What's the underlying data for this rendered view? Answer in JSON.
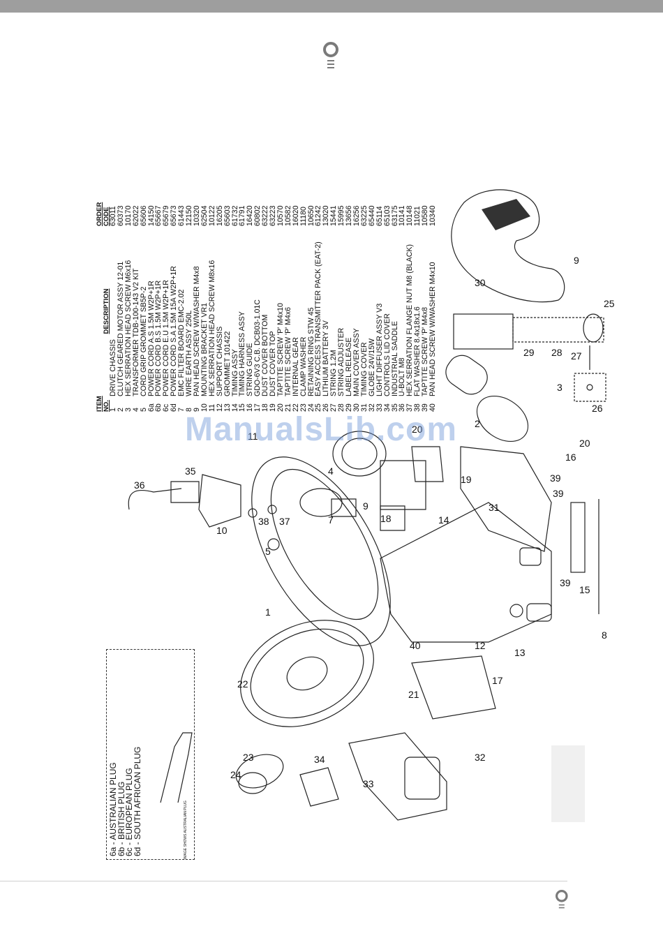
{
  "watermark": "ManualsLib.com",
  "legend": {
    "lines": [
      "6a - AUSTRALIAN PLUG",
      "6b - BRITISH PLUG",
      "6c - EUROPEAN PLUG",
      "6d - SOUTH AFRICAN PLUG"
    ],
    "note": "IMAGE SHOWS AUSTRALIAN PLUG"
  },
  "table": {
    "headers": {
      "item": "ITEM NO.",
      "desc": "DESCRIPTION",
      "code": "ORDER CODE"
    },
    "rows": [
      {
        "item": "1",
        "desc": "DRIVE CHASSIS",
        "code": "63011"
      },
      {
        "item": "2",
        "desc": "CLUTCH GEARED MOTOR ASSY 12-01",
        "code": "60373"
      },
      {
        "item": "3",
        "desc": "HEX SERRATION HEAD SCREW M6x16",
        "code": "10170"
      },
      {
        "item": "4",
        "desc": "TRANSFORMER TDB-100-143 V2 KIT",
        "code": "62022"
      },
      {
        "item": "5",
        "desc": "CORD GRIP GROMMET SB5P-2",
        "code": "65606"
      },
      {
        "item": "6a",
        "desc": "POWER CORD A.S 1.5M W2P+1R",
        "code": "14150"
      },
      {
        "item": "6b",
        "desc": "POWER CORD B.S 1.5M W2P+1R",
        "code": "65667"
      },
      {
        "item": "6c",
        "desc": "POWER CORD E.U 1.5M W2P+1R",
        "code": "65679"
      },
      {
        "item": "6d",
        "desc": "POWER CORD S.A 1.5M 15A W2P+1R",
        "code": "65673"
      },
      {
        "item": "7",
        "desc": "EMC FILTER BOARD EMC-2.02",
        "code": "61443"
      },
      {
        "item": "8",
        "desc": "WIRE EARTH ASSY 250L",
        "code": "12150"
      },
      {
        "item": "9",
        "desc": "PAN HEAD SCREW W/WASHER M4x8",
        "code": "10320"
      },
      {
        "item": "10",
        "desc": "MOUNTING BRACKET VR1",
        "code": "62504"
      },
      {
        "item": "11",
        "desc": "HEX SERRATION HEAD SCREW M8x16",
        "code": "10122"
      },
      {
        "item": "12",
        "desc": "SUPPORT CHASSIS",
        "code": "16205"
      },
      {
        "item": "13",
        "desc": "GROMMET 101422",
        "code": "65603"
      },
      {
        "item": "14",
        "desc": "TIMING ASSY",
        "code": "61732"
      },
      {
        "item": "15",
        "desc": "TIMING HARNESS ASSY",
        "code": "61791"
      },
      {
        "item": "16",
        "desc": "STRING GUIDE",
        "code": "16420"
      },
      {
        "item": "17",
        "desc": "GDO-6V3 C.B. DCB03-1.01C",
        "code": "60802"
      },
      {
        "item": "18",
        "desc": "DUST COVER BOTTOM",
        "code": "63222"
      },
      {
        "item": "19",
        "desc": "DUST COVER TOP",
        "code": "63223"
      },
      {
        "item": "20",
        "desc": "TAPTITE SCREW 'P' M4x10",
        "code": "10570"
      },
      {
        "item": "21",
        "desc": "TAPTITE SCREW 'P' M4x6",
        "code": "10582"
      },
      {
        "item": "22",
        "desc": "INTERNAL GEAR",
        "code": "16020"
      },
      {
        "item": "23",
        "desc": "CLAMP WASHER",
        "code": "11180"
      },
      {
        "item": "24",
        "desc": "RETAINING RING STW 45",
        "code": "10650"
      },
      {
        "item": "25",
        "desc": "EASY ACCESS TRANSMITTER PACK (EAT-2)",
        "code": "61242"
      },
      {
        "item": "26",
        "desc": "LITHIUM BATTERY 3V",
        "code": "13020"
      },
      {
        "item": "27",
        "desc": "STRING 1.2M",
        "code": "15441"
      },
      {
        "item": "28",
        "desc": "STRING ADJUSTER",
        "code": "15995"
      },
      {
        "item": "29",
        "desc": "LABEL RELEASE",
        "code": "13656"
      },
      {
        "item": "30",
        "desc": "MAIN COVER ASSY",
        "code": "16256"
      },
      {
        "item": "31",
        "desc": "TIMING COVER",
        "code": "63225"
      },
      {
        "item": "32",
        "desc": "GLOBE 24V/15W",
        "code": "65440"
      },
      {
        "item": "33",
        "desc": "LIGHT DIFFUSER ASSY V3",
        "code": "65114"
      },
      {
        "item": "34",
        "desc": "CONTROLS LID COVER",
        "code": "65103"
      },
      {
        "item": "35",
        "desc": "INDUSTRIAL SADDLE",
        "code": "63175"
      },
      {
        "item": "36",
        "desc": "U-BOLT M8",
        "code": "10141"
      },
      {
        "item": "37",
        "desc": "HEX SERRATION FLANGE NUT M8 (BLACK)",
        "code": "10148"
      },
      {
        "item": "38",
        "desc": "FLAT WASHER 8.4x18x1.6",
        "code": "11021"
      },
      {
        "item": "39",
        "desc": "TAPTITE SCREW 'P' M4x8",
        "code": "10580"
      },
      {
        "item": "40",
        "desc": "PAN HEAD SCREW W/WASHER M4x10",
        "code": "10340"
      }
    ]
  },
  "callouts": [
    "1",
    "2",
    "3",
    "4",
    "5",
    "7",
    "8",
    "9",
    "9",
    "10",
    "11",
    "12",
    "13",
    "14",
    "15",
    "16",
    "17",
    "18",
    "19",
    "20",
    "20",
    "21",
    "22",
    "23",
    "24",
    "25",
    "26",
    "27",
    "28",
    "29",
    "30",
    "31",
    "32",
    "33",
    "34",
    "35",
    "36",
    "37",
    "38",
    "39",
    "39",
    "39",
    "40"
  ]
}
